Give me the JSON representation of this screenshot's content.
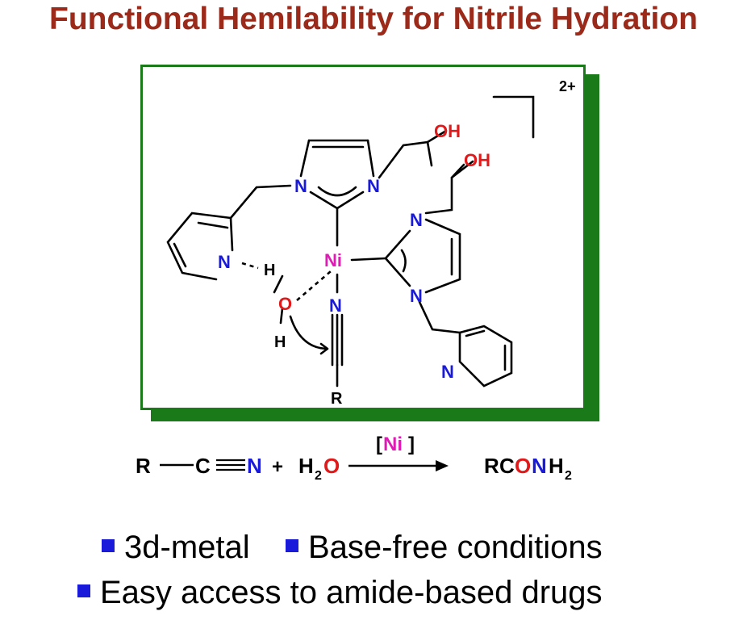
{
  "title": "Functional Hemilability for Nitrile Hydration",
  "colors": {
    "title": "#9c2a1a",
    "frame": "#1a7a1a",
    "nickel": "#e01ab4",
    "oxygen": "#e01a1a",
    "nitrogen": "#1a1adb",
    "bullet": "#1a1adb"
  },
  "complex": {
    "charge": "2+",
    "metal": "Ni",
    "n_label": "N",
    "oh_label": "OH",
    "o_label": "O",
    "h_label": "H",
    "r_label": "R"
  },
  "equation": {
    "r": "R",
    "c": "C",
    "n": "N",
    "plus": "+",
    "water_h": "H",
    "water_sub": "2",
    "water_o": "O",
    "catalyst_bracket_open": "[",
    "catalyst_metal": "Ni",
    "catalyst_bracket_close": "]",
    "product_r": "R",
    "product_c": "C",
    "product_o": "O",
    "product_n": "N",
    "product_h": "H",
    "product_sub": "2"
  },
  "bullets": [
    {
      "text": "3d-metal",
      "icon": "square-bullet-icon"
    },
    {
      "text": "Base-free conditions",
      "icon": "square-bullet-icon"
    },
    {
      "text": "Easy access to amide-based drugs",
      "icon": "square-bullet-icon"
    }
  ]
}
